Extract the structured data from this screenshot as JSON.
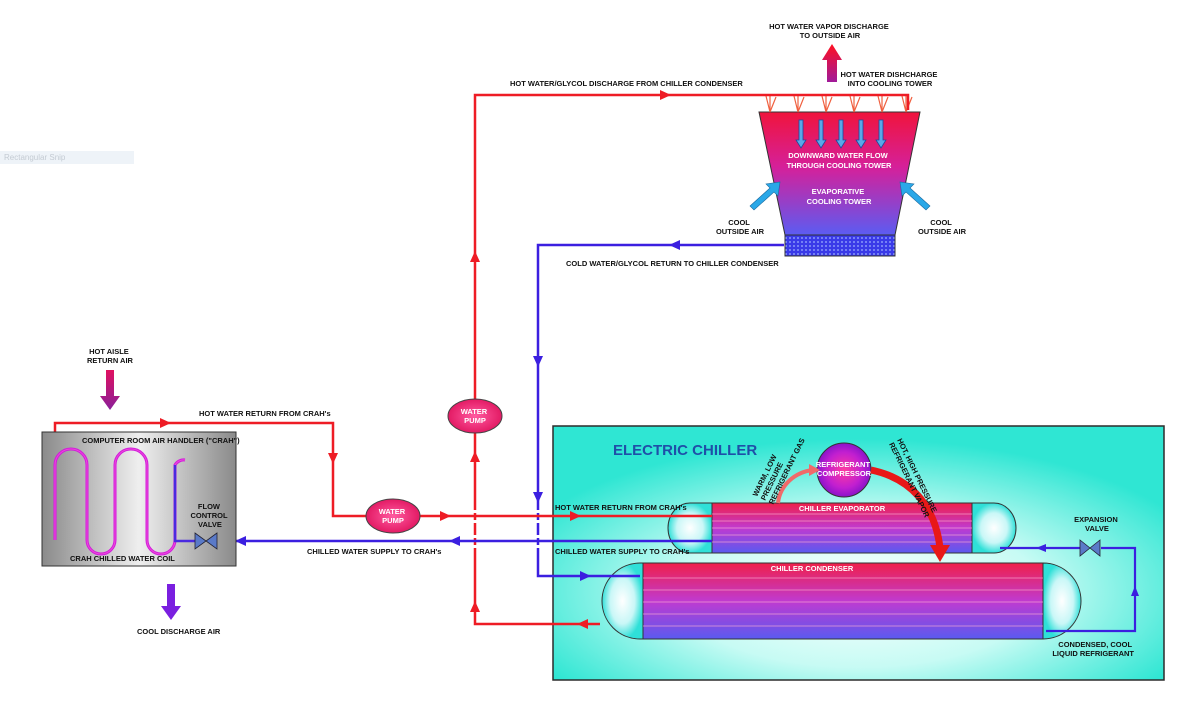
{
  "snip_label": "Rectangular Snip",
  "cooling_tower": {
    "vapor_discharge": [
      "HOT WATER VAPOR DISCHARGE",
      "TO OUTSIDE AIR"
    ],
    "hot_water_discharge": [
      "HOT WATER DISHCHARGE",
      "INTO COOLING TOWER"
    ],
    "downward_flow": [
      "DOWNWARD WATER FLOW",
      "THROUGH COOLING TOWER"
    ],
    "evaporative": [
      "EVAPORATIVE",
      "COOLING TOWER"
    ],
    "cool_air_left": [
      "COOL",
      "OUTSIDE AIR"
    ],
    "cool_air_right": [
      "COOL",
      "OUTSIDE AIR"
    ]
  },
  "pipes": {
    "hot_glycol_discharge": "HOT WATER/GLYCOL DISCHARGE FROM CHILLER CONDENSER",
    "cold_glycol_return": "COLD WATER/GLYCOL RETURN TO CHILLER CONDENSER",
    "hot_return_crah": "HOT WATER RETURN FROM CRAH's",
    "hot_return_crah_chiller": "HOT WATER RETURN FROM CRAH's",
    "chilled_supply": "CHILLED WATER SUPPLY TO CRAH's",
    "chilled_supply_chiller": "CHILLED WATER SUPPLY TO CRAH's"
  },
  "pumps": {
    "upper": [
      "WATER",
      "PUMP"
    ],
    "lower": [
      "WATER",
      "PUMP"
    ]
  },
  "crah": {
    "hot_aisle": [
      "HOT AISLE",
      "RETURN AIR"
    ],
    "title": "COMPUTER ROOM AIR HANDLER (\"CRAH\")",
    "coil": "CRAH CHILLED WATER COIL",
    "valve": [
      "FLOW",
      "CONTROL",
      "VALVE"
    ],
    "discharge": "COOL DISCHARGE AIR"
  },
  "chiller": {
    "title": "ELECTRIC CHILLER",
    "evaporator": "CHILLER EVAPORATOR",
    "condenser": "CHILLER CONDENSER",
    "compressor": [
      "REFRIGERANT",
      "COMPRESSOR"
    ],
    "warm_gas": [
      "WARM, LOW",
      "PRESSURE",
      "REFRIGERANT GAS"
    ],
    "hot_vapor": [
      "HOT, HIGH PRESSURE",
      "REFRIGERANT VAPOR"
    ],
    "expansion_valve": [
      "EXPANSION",
      "VALVE"
    ],
    "condensed": [
      "CONDENSED, COOL",
      "LIQUID REFRIGERANT"
    ]
  },
  "colors": {
    "hot": "#ee1c25",
    "cold": "#3b1fe0",
    "chiller_bg": "#33e8d6",
    "title": "#1f4fa8"
  }
}
